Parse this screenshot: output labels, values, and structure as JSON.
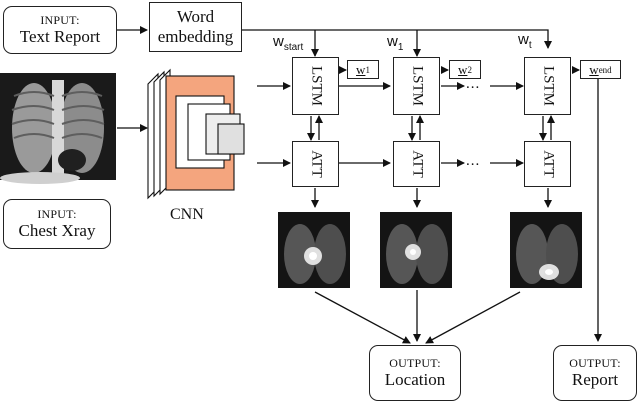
{
  "inputs": {
    "text": {
      "caption": "INPUT:",
      "title": "Text Report"
    },
    "xray": {
      "caption": "INPUT:",
      "title": "Chest Xray"
    }
  },
  "embedding": {
    "line1": "Word",
    "line2": "embedding"
  },
  "cnn_label": "CNN",
  "lstm_label": "LSTM",
  "att_label": "ATT",
  "ellipsis": "...",
  "words": {
    "w_start": {
      "base": "w",
      "sub": "start"
    },
    "w_1": {
      "base": "w",
      "sub": "1"
    },
    "w_t": {
      "base": "w",
      "sub": "t"
    }
  },
  "word_outputs": {
    "out_1": {
      "base": "w",
      "sub": "1"
    },
    "out_2": {
      "base": "w",
      "sub": "2"
    },
    "out_end": {
      "base": "w",
      "sub": "end"
    }
  },
  "outputs": {
    "location": {
      "caption": "OUTPUT:",
      "title": "Location"
    },
    "report": {
      "caption": "OUTPUT:",
      "title": "Report"
    }
  }
}
